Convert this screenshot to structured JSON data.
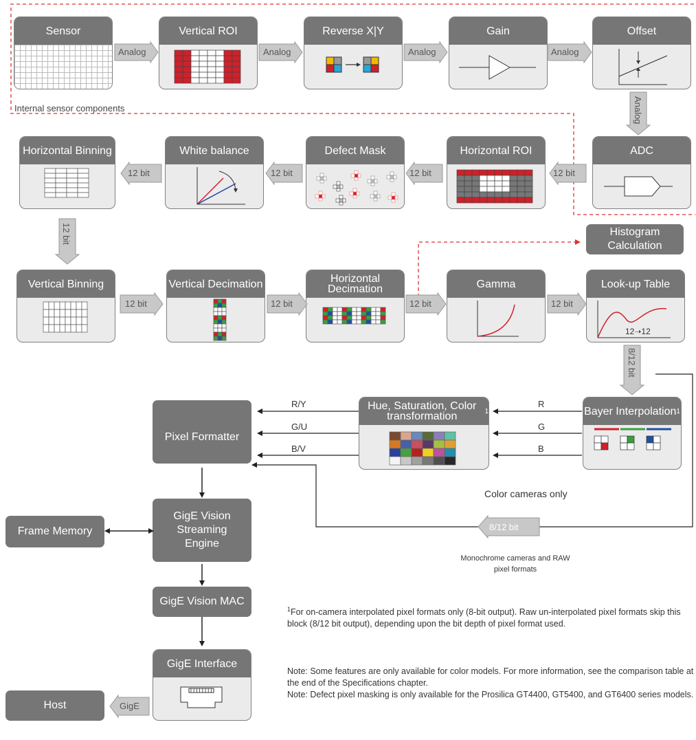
{
  "blocks": {
    "sensor": "Sensor",
    "vertical_roi": "Vertical ROI",
    "reverse_xy": "Reverse X|Y",
    "gain": "Gain",
    "offset": "Offset",
    "adc": "ADC",
    "horizontal_roi": "Horizontal ROI",
    "defect_mask": "Defect Mask",
    "white_balance": "White balance",
    "horizontal_binning": "Horizontal Binning",
    "vertical_binning": "Vertical Binning",
    "vertical_decimation": "Vertical Decimation",
    "horizontal_decimation": "Horizontal Decimation",
    "gamma": "Gamma",
    "lookup_table": "Look-up Table",
    "histogram": "Histogram Calculation",
    "bayer": "Bayer Interpolation",
    "bayer_sup": "1",
    "hue": "Hue, Saturation, Color transformation",
    "hue_sup": "1",
    "pixel_formatter": "Pixel Formatter",
    "frame_memory": "Frame Memory",
    "streaming_engine": "GigE Vision Streaming Engine",
    "mac": "GigE Vision MAC",
    "interface": "GigE Interface",
    "host": "Host"
  },
  "labels": {
    "analog": "Analog",
    "bit12": "12 bit",
    "bit8_12": "8/12 bit",
    "gige": "GigE",
    "lut_mapping": "12➝12",
    "internal": "Internal sensor components",
    "r": "R",
    "g": "G",
    "b": "B",
    "ry": "R/Y",
    "gu": "G/U",
    "bv": "B/V",
    "color_only": "Color cameras only",
    "mono": "Monochrome cameras and RAW pixel formats"
  },
  "notes": {
    "footnote_mark": "1",
    "footnote": "For on-camera interpolated pixel formats only (8-bit output). Raw un-interpolated pixel formats skip this block (8/12 bit output), depending upon the bit depth of pixel format used.",
    "note1": "Note: Some features are only available for color models. For more information, see the comparison table at the end of the Specifications chapter.",
    "note2": "Note: Defect pixel masking is only available for the Prosilica GT4400, GT5400, and GT6400 series models."
  },
  "colors": {
    "header": "#767676",
    "body": "#ebebeb",
    "red": "#d0202a",
    "dashed": "#e03030"
  }
}
